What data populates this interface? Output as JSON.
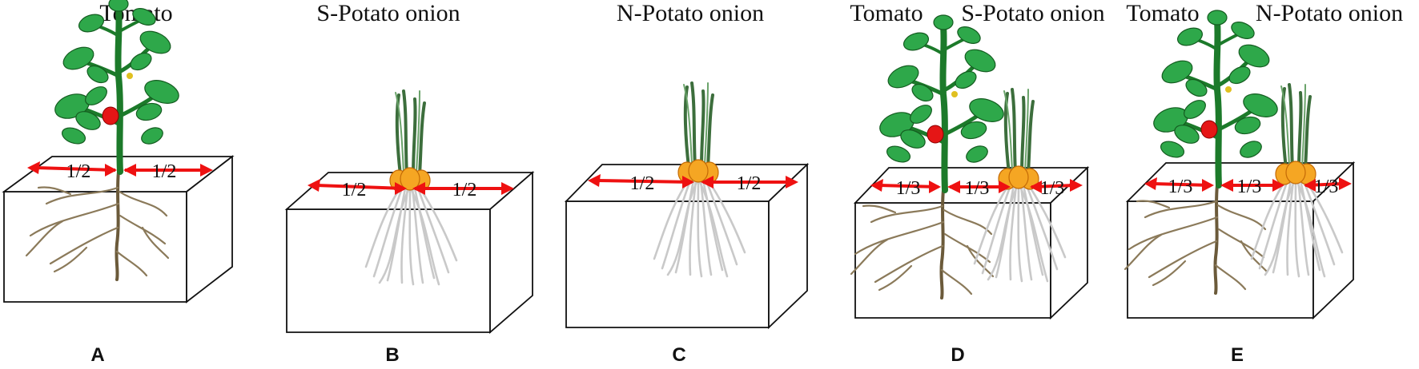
{
  "panels": [
    {
      "letter": "A",
      "titles": [
        "Tomato"
      ],
      "fractions": [
        "1/2",
        "1/2"
      ]
    },
    {
      "letter": "B",
      "titles": [
        "S-Potato onion"
      ],
      "fractions": [
        "1/2",
        "1/2"
      ]
    },
    {
      "letter": "C",
      "titles": [
        "N-Potato onion"
      ],
      "fractions": [
        "1/2",
        "1/2"
      ]
    },
    {
      "letter": "D",
      "titles": [
        "Tomato",
        "S-Potato onion"
      ],
      "fractions": [
        "1/3",
        "1/3",
        "1/3"
      ]
    },
    {
      "letter": "E",
      "titles": [
        "Tomato",
        "N-Potato onion"
      ],
      "fractions": [
        "1/3",
        "1/3",
        "1/3"
      ]
    }
  ],
  "colors": {
    "arrow": "#ee1111",
    "tomato_leaf": "#2ea84a",
    "tomato_fruit": "#e51616",
    "onion_bulb": "#f5a623",
    "tomato_root": "#8b7a5a",
    "onion_root": "#c9c9c9"
  }
}
